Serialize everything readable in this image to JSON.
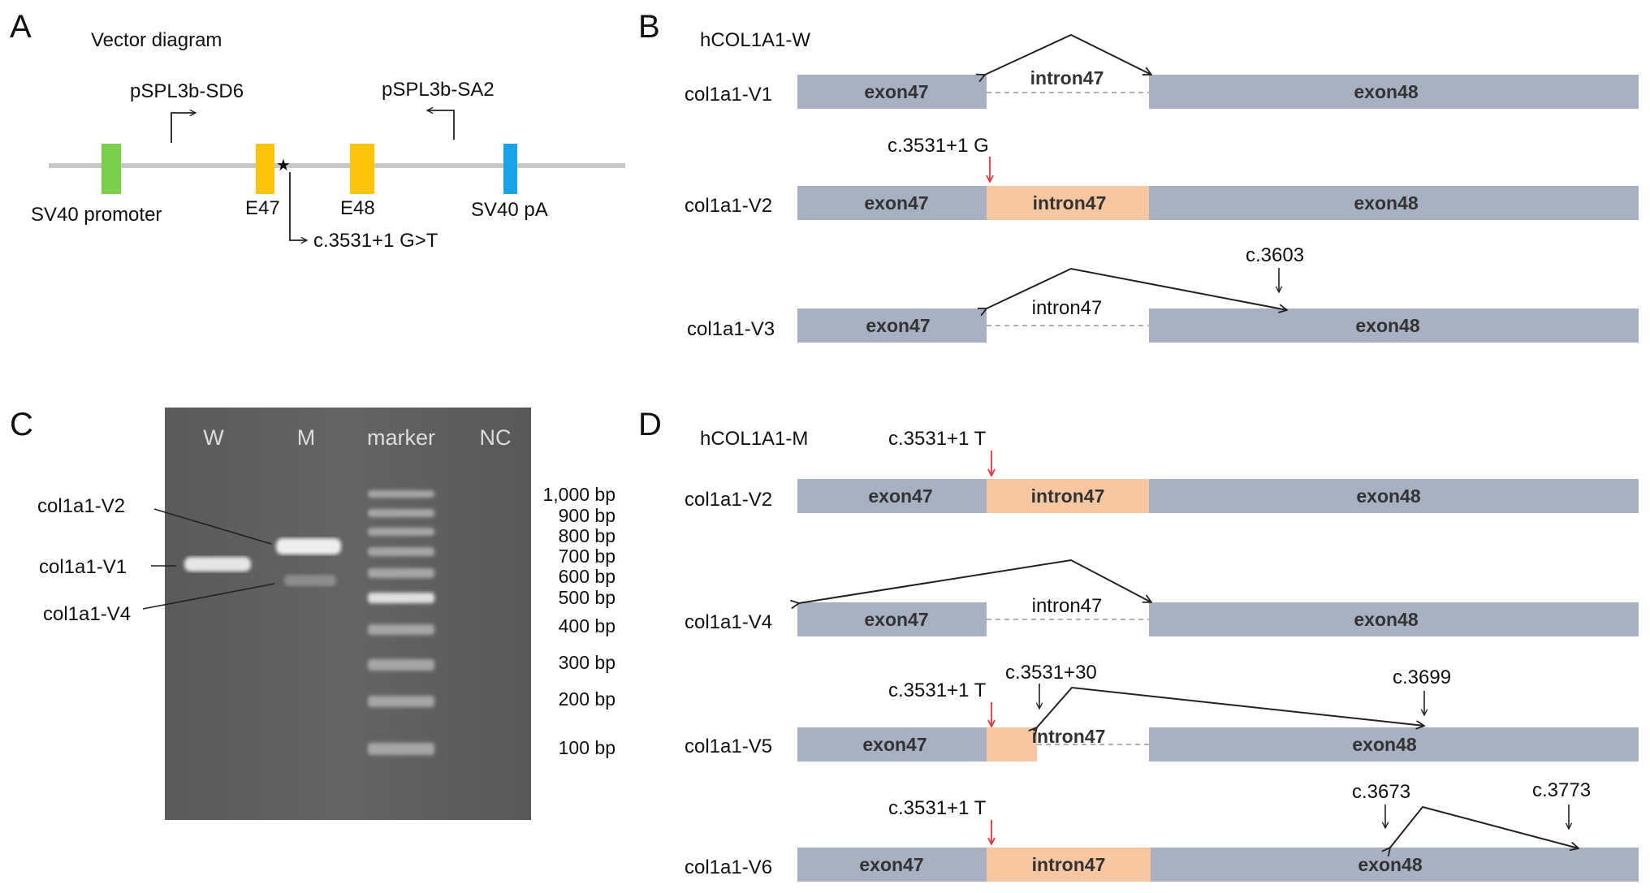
{
  "colors": {
    "exon": "#a7b1c2",
    "intron_retained": "#f6c7a1",
    "arrow_red": "#e8343e",
    "sv40_promoter": "#7ccf4c",
    "exon_box_yellow": "#fcc40c",
    "sv40_pa": "#1aa3e6",
    "gel_bg": "#5f5f5f"
  },
  "panel_a": {
    "letter": "A",
    "title": "Vector diagram",
    "promoter_label": "SV40 promoter",
    "e47_label": "E47",
    "e48_label": "E48",
    "pa_label": "SV40 pA",
    "primer_forward": "pSPL3b-SD6",
    "primer_reverse": "pSPL3b-SA2",
    "mutation_label": "c.3531+1 G>T",
    "star_icon": "★"
  },
  "panel_b": {
    "letter": "B",
    "title": "hCOL1A1-W",
    "rows": [
      {
        "name": "col1a1-V1",
        "exon1": "exon47",
        "intron": "intron47",
        "exon2": "exon48"
      },
      {
        "name": "col1a1-V2",
        "exon1": "exon47",
        "intron": "intron47",
        "exon2": "exon48",
        "mut": "c.3531+1 G"
      },
      {
        "name": "col1a1-V3",
        "exon1": "exon47",
        "intron": "intron47",
        "exon2": "exon48",
        "site": "c.3603"
      }
    ]
  },
  "panel_c": {
    "letter": "C",
    "lanes": [
      "W",
      "M",
      "marker",
      "NC"
    ],
    "band_labels": [
      "col1a1-V2",
      "col1a1-V1",
      "col1a1-V4"
    ],
    "ladder": [
      "1,000 bp",
      "900 bp",
      "800 bp",
      "700 bp",
      "600 bp",
      "500 bp",
      "400 bp",
      "300 bp",
      "200 bp",
      "100 bp"
    ]
  },
  "panel_d": {
    "letter": "D",
    "title": "hCOL1A1-M",
    "rows": [
      {
        "name": "col1a1-V2",
        "exon1": "exon47",
        "intron": "intron47",
        "exon2": "exon48",
        "mut": "c.3531+1 T"
      },
      {
        "name": "col1a1-V4",
        "exon1": "exon47",
        "intron": "intron47",
        "exon2": "exon48"
      },
      {
        "name": "col1a1-V5",
        "exon1": "exon47",
        "intron": "intron47",
        "exon2": "exon48",
        "mut": "c.3531+1 T",
        "site_a": "c.3531+30",
        "site_b": "c.3699"
      },
      {
        "name": "col1a1-V6",
        "exon1": "exon47",
        "intron": "intron47",
        "exon2": "exon48",
        "mut": "c.3531+1 T",
        "site_a": "c.3673",
        "site_b": "c.3773"
      }
    ]
  }
}
